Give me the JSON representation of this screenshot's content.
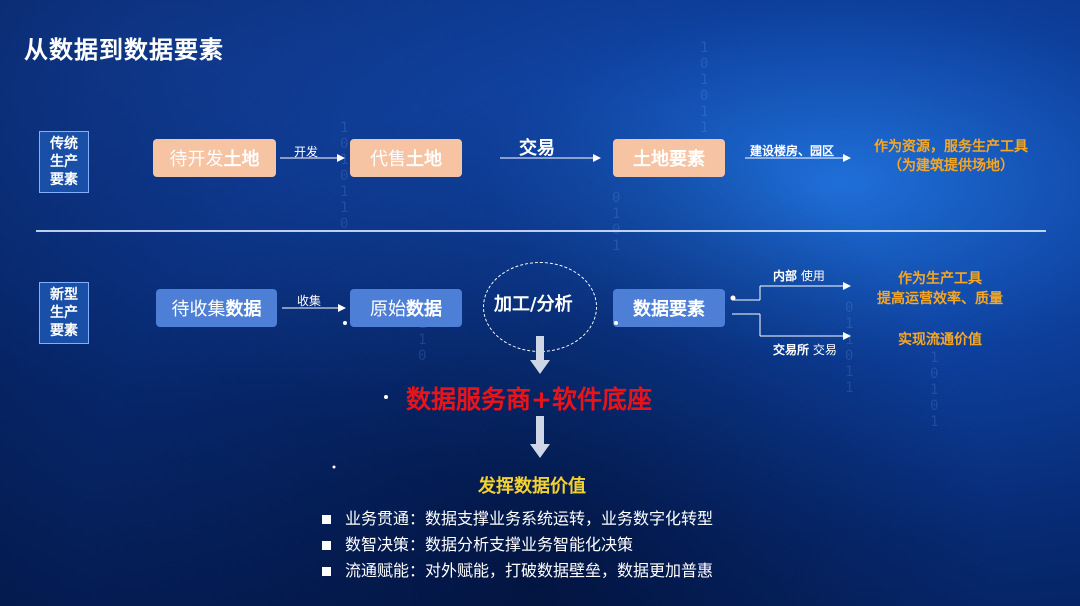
{
  "title": "从数据到数据要素",
  "traditional": {
    "label": "传统生产要素",
    "box1_pre": "待开发",
    "box1_bold": "土地",
    "arrow1": "开发",
    "box2_pre": "代售",
    "box2_bold": "土地",
    "arrow2": "交易",
    "box3": "土地要素",
    "arrow3": "建设楼房、园区",
    "result_line1": "作为资源，服务生产工具",
    "result_line2": "（为建筑提供场地）"
  },
  "new": {
    "label": "新型生产要素",
    "box1_pre": "待收集",
    "box1_bold": "数据",
    "arrow1": "收集",
    "box2_pre": "原始",
    "box2_bold": "数据",
    "process": "加工/分析",
    "box3": "数据要素",
    "branch1_bold": "内部",
    "branch1_rest": "使用",
    "branch2_bold": "交易所",
    "branch2_rest": "交易",
    "result1_line1": "作为生产工具",
    "result1_line2": "提高运营效率、质量",
    "result2": "实现流通价值"
  },
  "center": {
    "red_text": "数据服务商+软件底座",
    "value_title": "发挥数据价值"
  },
  "bullets": [
    "业务贯通：数据支撑业务系统运转，业务数字化转型",
    "数智决策：数据分析支撑业务智能化决策",
    "流通赋能：对外赋能，打破数据壁垒，数据更加普惠"
  ]
}
